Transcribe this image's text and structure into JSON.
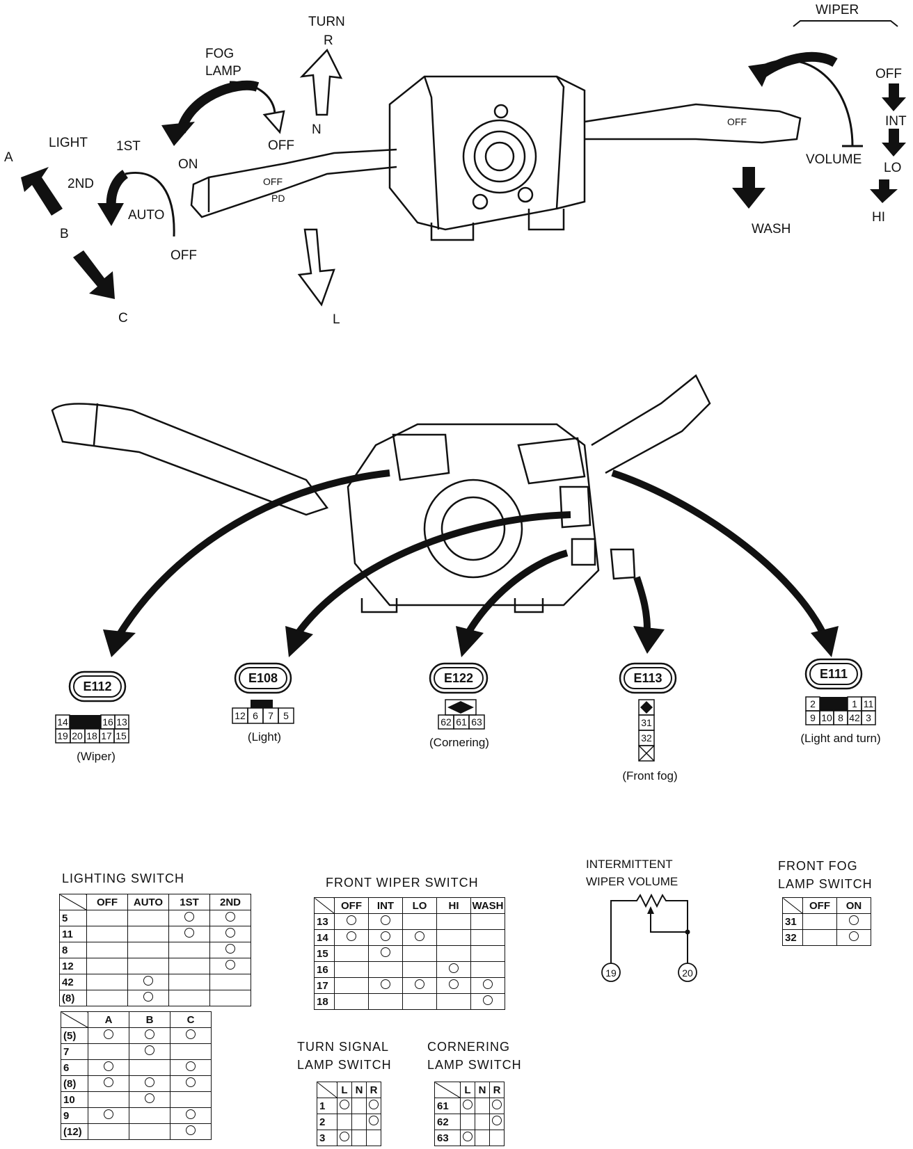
{
  "top_labels": {
    "turn": "TURN",
    "r": "R",
    "n": "N",
    "l": "L",
    "fog_lamp_1": "FOG",
    "fog_lamp_2": "LAMP",
    "on": "ON",
    "off_fog": "OFF",
    "light": "LIGHT",
    "first": "1ST",
    "second": "2ND",
    "auto": "AUTO",
    "off_light": "OFF",
    "a": "A",
    "b": "B",
    "c": "C",
    "wiper": "WIPER",
    "off_wiper": "OFF",
    "int": "INT",
    "lo": "LO",
    "hi": "HI",
    "volume": "VOLUME",
    "wash": "WASH"
  },
  "connectors": [
    {
      "id": "E112",
      "caption": "(Wiper)",
      "rows": [
        [
          "14",
          "■",
          "16",
          "13"
        ],
        [
          "19",
          "20",
          "18",
          "17",
          "15"
        ]
      ]
    },
    {
      "id": "E108",
      "caption": "(Light)",
      "rows": [
        [
          "12",
          "6",
          "7",
          "5"
        ]
      ]
    },
    {
      "id": "E122",
      "caption": "(Cornering)",
      "rows": [
        [
          "62",
          "61",
          "63"
        ]
      ]
    },
    {
      "id": "E113",
      "caption": "(Front fog)",
      "rows": [
        [
          "31"
        ],
        [
          "32"
        ]
      ]
    },
    {
      "id": "E111",
      "caption": "(Light and turn)",
      "rows": [
        [
          "2",
          "■",
          "1",
          "11"
        ],
        [
          "9",
          "10",
          "8",
          "42",
          "3"
        ]
      ]
    }
  ],
  "lighting_switch": {
    "title": "LIGHTING SWITCH",
    "cols": [
      "OFF",
      "AUTO",
      "1ST",
      "2ND"
    ],
    "rows": [
      {
        "n": "5",
        "c": [
          0,
          0,
          1,
          1
        ]
      },
      {
        "n": "11",
        "c": [
          0,
          0,
          1,
          1
        ]
      },
      {
        "n": "8",
        "c": [
          0,
          0,
          0,
          1
        ]
      },
      {
        "n": "12",
        "c": [
          0,
          0,
          0,
          1
        ]
      },
      {
        "n": "42",
        "c": [
          0,
          1,
          0,
          0
        ]
      },
      {
        "n": "(8)",
        "c": [
          0,
          1,
          0,
          0
        ]
      }
    ]
  },
  "abc_switch": {
    "cols": [
      "A",
      "B",
      "C"
    ],
    "rows": [
      {
        "n": "(5)",
        "c": [
          1,
          1,
          1
        ]
      },
      {
        "n": "7",
        "c": [
          0,
          1,
          0
        ]
      },
      {
        "n": "6",
        "c": [
          1,
          0,
          1
        ]
      },
      {
        "n": "(8)",
        "c": [
          1,
          1,
          1
        ]
      },
      {
        "n": "10",
        "c": [
          0,
          1,
          0
        ]
      },
      {
        "n": "9",
        "c": [
          1,
          0,
          1
        ]
      },
      {
        "n": "(12)",
        "c": [
          0,
          0,
          1
        ]
      }
    ]
  },
  "front_wiper_switch": {
    "title": "FRONT WIPER SWITCH",
    "cols": [
      "OFF",
      "INT",
      "LO",
      "HI",
      "WASH"
    ],
    "rows": [
      {
        "n": "13",
        "c": [
          1,
          1,
          0,
          0,
          0
        ]
      },
      {
        "n": "14",
        "c": [
          1,
          1,
          1,
          0,
          0
        ]
      },
      {
        "n": "15",
        "c": [
          0,
          1,
          0,
          0,
          0
        ]
      },
      {
        "n": "16",
        "c": [
          0,
          0,
          0,
          1,
          0
        ]
      },
      {
        "n": "17",
        "c": [
          0,
          1,
          1,
          1,
          1
        ]
      },
      {
        "n": "18",
        "c": [
          0,
          0,
          0,
          0,
          1
        ]
      }
    ]
  },
  "intermittent": {
    "title_1": "INTERMITTENT",
    "title_2": "WIPER VOLUME",
    "t1": "19",
    "t2": "20"
  },
  "front_fog_switch": {
    "title_1": "FRONT FOG",
    "title_2": "LAMP SWITCH",
    "cols": [
      "OFF",
      "ON"
    ],
    "rows": [
      {
        "n": "31",
        "c": [
          0,
          1
        ]
      },
      {
        "n": "32",
        "c": [
          0,
          1
        ]
      }
    ]
  },
  "turn_signal_switch": {
    "title_1": "TURN SIGNAL",
    "title_2": "LAMP SWITCH",
    "cols": [
      "L",
      "N",
      "R"
    ],
    "rows": [
      {
        "n": "1",
        "c": [
          1,
          0,
          1
        ]
      },
      {
        "n": "2",
        "c": [
          0,
          0,
          1
        ]
      },
      {
        "n": "3",
        "c": [
          1,
          0,
          0
        ]
      }
    ]
  },
  "cornering_switch": {
    "title_1": "CORNERING",
    "title_2": "LAMP SWITCH",
    "cols": [
      "L",
      "N",
      "R"
    ],
    "rows": [
      {
        "n": "61",
        "c": [
          1,
          0,
          1
        ]
      },
      {
        "n": "62",
        "c": [
          0,
          0,
          1
        ]
      },
      {
        "n": "63",
        "c": [
          1,
          0,
          0
        ]
      }
    ]
  }
}
